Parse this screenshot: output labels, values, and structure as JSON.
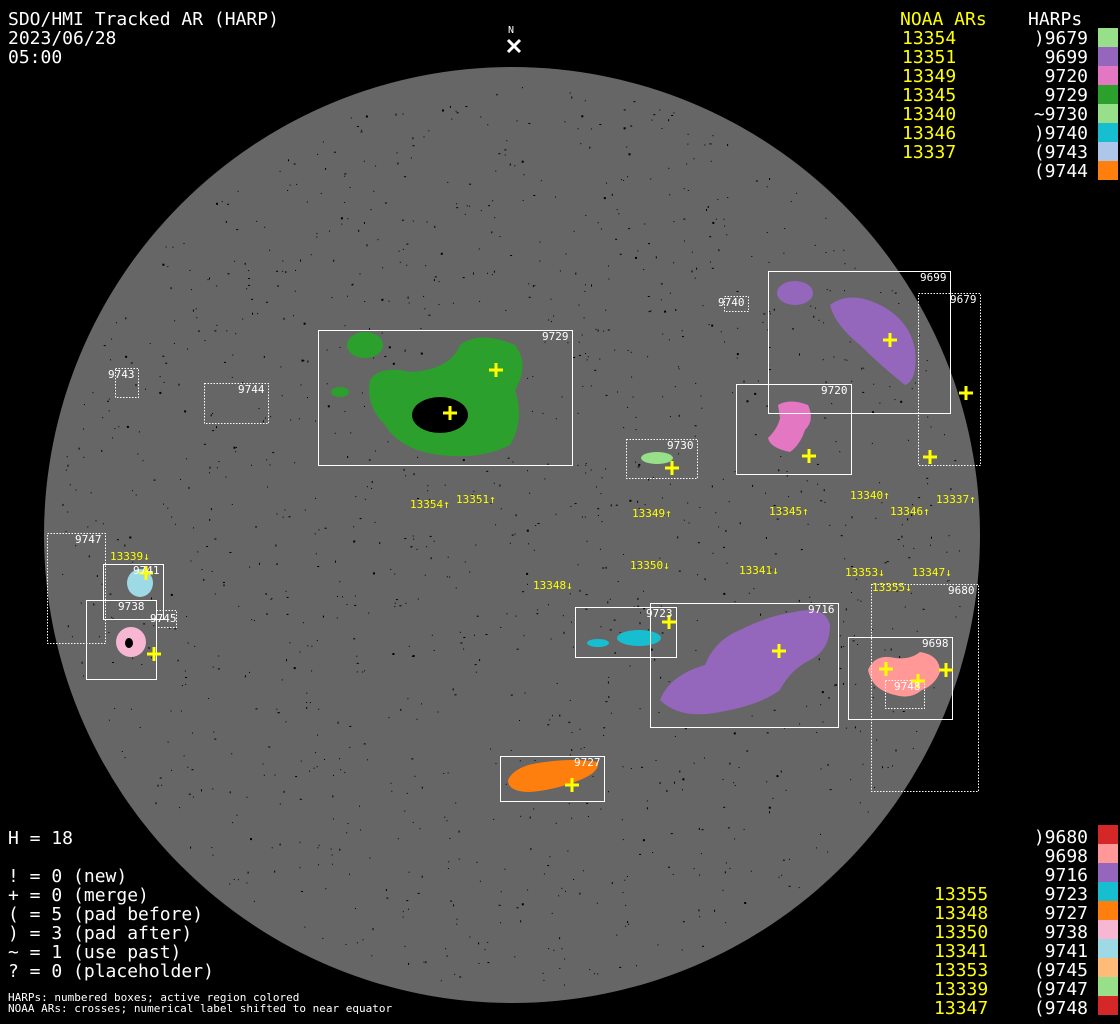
{
  "header": {
    "title": "SDO/HMI Tracked AR (HARP)",
    "date": "2023/06/28",
    "time": "05:00"
  },
  "north_label": "N",
  "legend_top": {
    "noaa_header": "NOAA ARs",
    "harp_header": "HARPs",
    "noaa": [
      "13354",
      "13351",
      "13349",
      "13345",
      "13340",
      "13346",
      "13337"
    ],
    "harps": [
      {
        "label": ")9679",
        "color": "#98df8a"
      },
      {
        "label": "9699",
        "color": "#9467bd"
      },
      {
        "label": "9720",
        "color": "#e377c2"
      },
      {
        "label": "9729",
        "color": "#2ca02c"
      },
      {
        "label": "~9730",
        "color": "#98df8a"
      },
      {
        "label": ")9740",
        "color": "#17becf"
      },
      {
        "label": "(9743",
        "color": "#aec7e8"
      },
      {
        "label": "(9744",
        "color": "#ff7f0e"
      }
    ]
  },
  "legend_bottom": {
    "noaa": [
      "13355",
      "13348",
      "13350",
      "13341",
      "13353",
      "13339",
      "13347"
    ],
    "harps": [
      {
        "label": ")9680",
        "color": "#d62728"
      },
      {
        "label": "9698",
        "color": "#ff9896"
      },
      {
        "label": "9716",
        "color": "#9467bd"
      },
      {
        "label": "9723",
        "color": "#17becf"
      },
      {
        "label": "9727",
        "color": "#ff7f0e"
      },
      {
        "label": "9738",
        "color": "#f7b6d2"
      },
      {
        "label": "9741",
        "color": "#9edae5"
      },
      {
        "label": "(9745",
        "color": "#ffbb78"
      },
      {
        "label": "(9747",
        "color": "#98df8a"
      },
      {
        "label": "(9748",
        "color": "#d62728"
      }
    ]
  },
  "stats": {
    "h": "H = 18",
    "lines": [
      "! = 0 (new)",
      "+ = 0 (merge)",
      "( = 5 (pad before)",
      ") = 3 (pad after)",
      "~ = 1 (use past)",
      "? = 0 (placeholder)"
    ]
  },
  "notes": [
    "HARPs: numbered boxes; active region colored",
    "NOAA ARs: crosses; numerical label shifted to near equator"
  ],
  "harp_boxes": [
    "9729",
    "9699",
    "9679",
    "9720",
    "9730",
    "9740",
    "9743",
    "9744",
    "9747",
    "9741",
    "9738",
    "9745",
    "9723",
    "9716",
    "9680",
    "9698",
    "9748",
    "9727"
  ],
  "noaa_labels": [
    "13354↑",
    "13351↑",
    "13349↑",
    "13345↑",
    "13340↑",
    "13346↑",
    "13337↑",
    "13350↓",
    "13348↓",
    "13341↓",
    "13353↓",
    "13355↓",
    "13347↓",
    "13339↓"
  ]
}
